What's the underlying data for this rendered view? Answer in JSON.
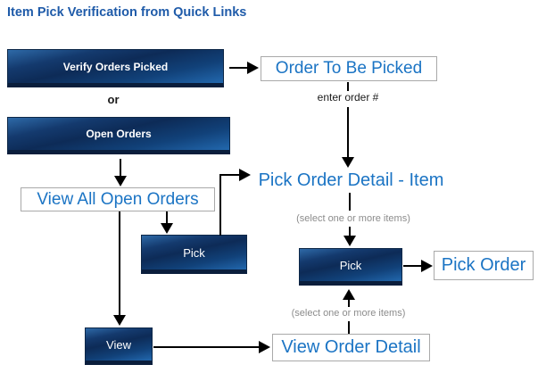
{
  "title": "Item Pick Verification from Quick Links",
  "colors": {
    "title_blue": "#1F5BA9",
    "page_label_blue": "#1B74C4",
    "button_navy_dark": "#0D2B57",
    "button_navy_light": "#2E6AA8",
    "note_gray": "#8C8C8C",
    "arrow_black": "#000000"
  },
  "flowchart": {
    "buttons": {
      "verify_orders_picked": "Verify Orders Picked",
      "open_orders": "Open Orders",
      "pick_left": "Pick",
      "pick_right": "Pick",
      "view": "View"
    },
    "pages": {
      "order_to_be_picked": "Order To Be Picked",
      "view_all_open_orders": "View All Open Orders",
      "pick_order_detail_item": "Pick Order Detail - Item",
      "pick_order": "Pick Order",
      "view_order_detail": "View Order Detail"
    },
    "notes": {
      "or_label": "or",
      "enter_order": "enter order #",
      "select_items": "(select one or more items)"
    }
  }
}
